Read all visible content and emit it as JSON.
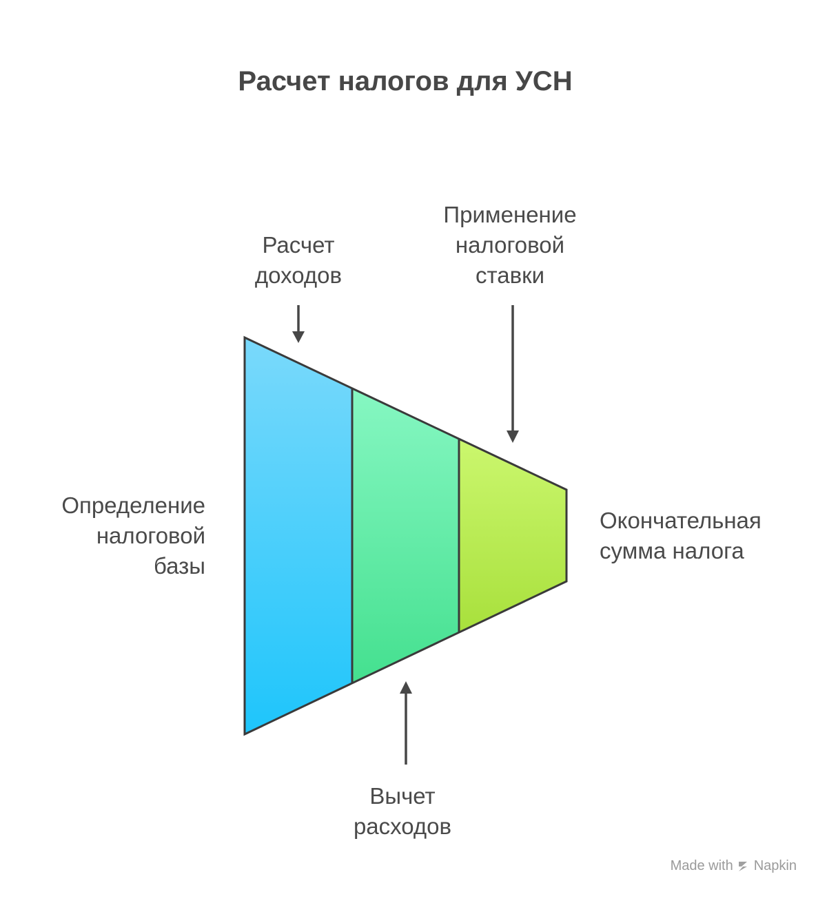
{
  "title": "Расчет налогов для УСН",
  "labels": {
    "base": [
      "Определение",
      "налоговой",
      "базы"
    ],
    "income": [
      "Расчет",
      "доходов"
    ],
    "rate": [
      "Применение",
      "налоговой",
      "ставки"
    ],
    "final": [
      "Окончательная",
      "сумма налога"
    ],
    "expense": [
      "Вычет",
      "расходов"
    ]
  },
  "colors": {
    "segment1_top": "#7ad9fb",
    "segment1_bottom": "#1ec5fb",
    "segment2_top": "#86f7c2",
    "segment2_bottom": "#44e08f",
    "segment3_top": "#cbf76e",
    "segment3_bottom": "#a8e03c",
    "outline": "#3a3a3a",
    "arrow": "#474747"
  },
  "footer": {
    "prefix": "Made with",
    "brand": "Napkin",
    "icon": "napkin-logo-icon"
  }
}
